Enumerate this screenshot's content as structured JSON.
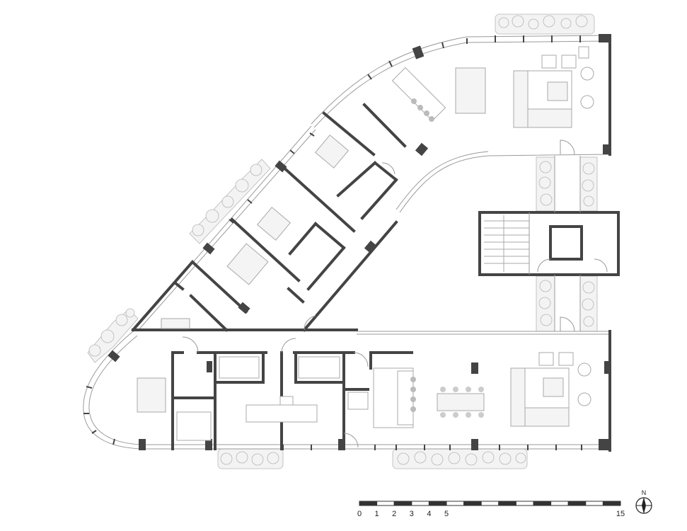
{
  "figure": {
    "type": "architectural-floor-plan",
    "background": "#ffffff",
    "wall_color": "#444444",
    "furniture_color": "#a8a8a8"
  },
  "scale_bar": {
    "labels": [
      "0",
      "1",
      "2",
      "3",
      "4",
      "5",
      "15"
    ],
    "units_shown": [
      0,
      1,
      2,
      3,
      4,
      5,
      15
    ]
  },
  "north_arrow": {
    "label": "N",
    "icon": "north-arrow-icon"
  }
}
